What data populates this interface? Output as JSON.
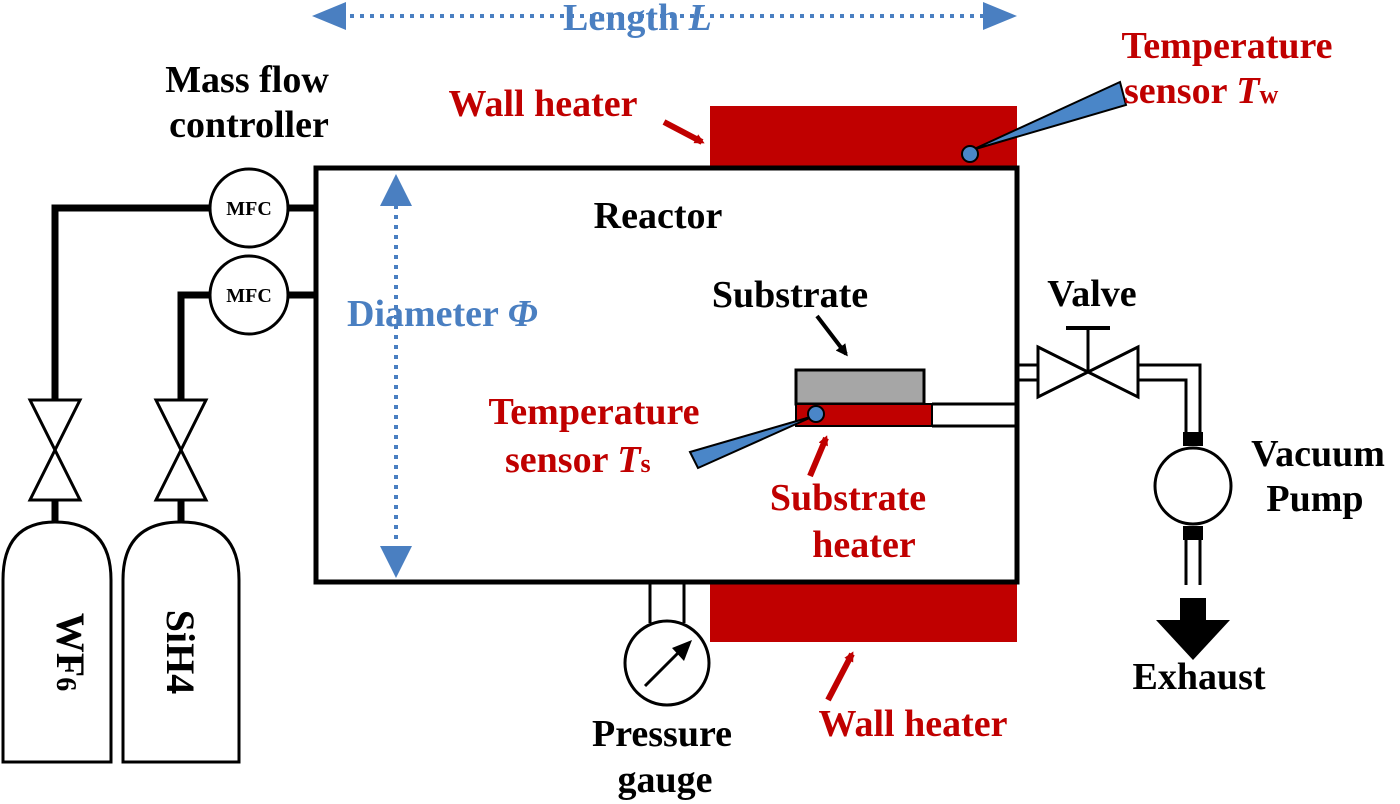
{
  "colors": {
    "accent_red": "#c00000",
    "accent_blue": "#4a7fc1",
    "sensor_blue": "#4a86c8",
    "substrate_gray": "#a6a6a6",
    "line_black": "#000000"
  },
  "labels": {
    "length": {
      "text": "Length ",
      "symbol": "L"
    },
    "temp_sensor_wall": {
      "line1": "Temperature",
      "line2_text": "sensor ",
      "line2_symbol": "T",
      "line2_sub": "w"
    },
    "mass_flow": {
      "line1": "Mass flow",
      "line2": "controller"
    },
    "wall_heater_top": "Wall heater",
    "wall_heater_bottom": "Wall heater",
    "mfc_top": "MFC",
    "mfc_bottom": "MFC",
    "reactor": "Reactor",
    "substrate": "Substrate",
    "diameter": {
      "text": "Diameter ",
      "symbol": "Φ"
    },
    "valve": "Valve",
    "temp_sensor_sub": {
      "line1": "Temperature",
      "line2_text": "sensor ",
      "line2_symbol": "T",
      "line2_sub": "s"
    },
    "substrate_heater": {
      "line1": "Substrate",
      "line2": "heater"
    },
    "vacuum_pump": {
      "line1": "Vacuum",
      "line2": "Pump"
    },
    "exhaust": "Exhaust",
    "pressure_gauge": {
      "line1": "Pressure",
      "line2": "gauge"
    },
    "cylinder_wf6": {
      "main": "WF",
      "sub": "6"
    },
    "cylinder_sih4": "SiH4"
  }
}
